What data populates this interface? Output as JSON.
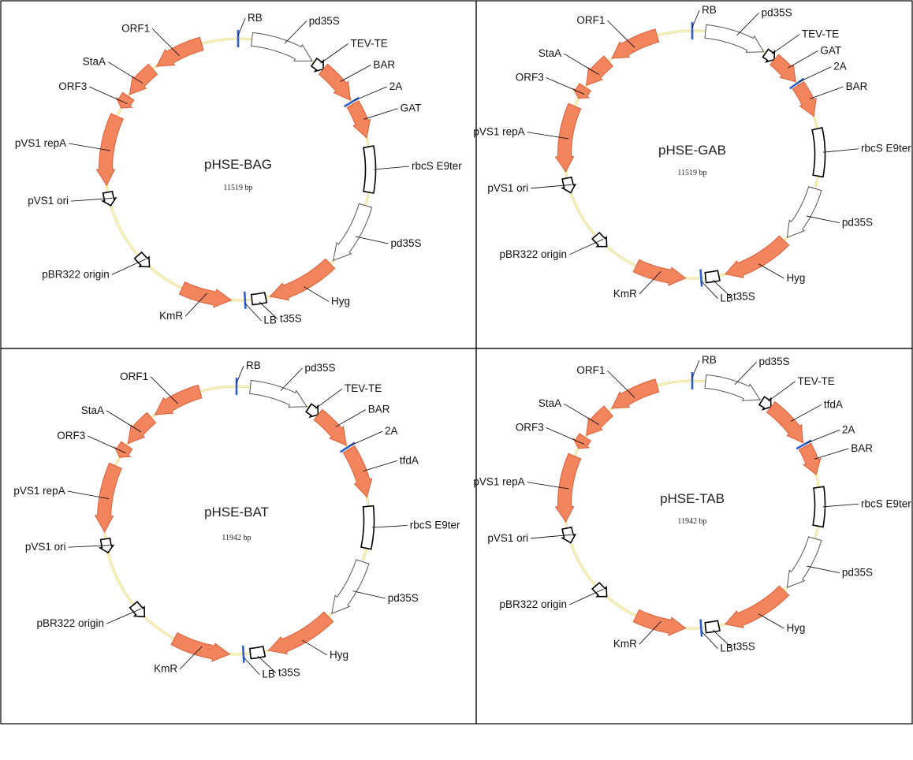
{
  "colors": {
    "gene_fill": "#f2845e",
    "gene_stroke": "#d9603a",
    "promoter_fill": "#ffffff",
    "terminator_fill": "#ffffff",
    "border_site": "#2e5fd0",
    "backbone": "#e8dc8a"
  },
  "panels": [
    {
      "title": "pHSE-BAG",
      "size": "11519 bp",
      "features": [
        {
          "label": "RB",
          "kind": "site",
          "angle": 0
        },
        {
          "label": "pd35S",
          "kind": "promoter",
          "start": 6,
          "end": 34
        },
        {
          "label": "TEV-TE",
          "kind": "small",
          "start": 35,
          "end": 40
        },
        {
          "label": "BAR",
          "kind": "gene",
          "start": 40,
          "end": 58
        },
        {
          "label": "2A",
          "kind": "site",
          "angle": 59
        },
        {
          "label": "GAT",
          "kind": "gene",
          "start": 60,
          "end": 76
        },
        {
          "label": "rbcS E9ter",
          "kind": "terminator",
          "start": 80,
          "end": 100
        },
        {
          "label": "pd35S",
          "kind": "promoter",
          "start": 106,
          "end": 134
        },
        {
          "label": "Hyg",
          "kind": "gene",
          "start": 136,
          "end": 166
        },
        {
          "label": "t35S",
          "kind": "terminator",
          "start": 168,
          "end": 174
        },
        {
          "label": "LB",
          "kind": "site",
          "angle": 177
        },
        {
          "label": "KmR",
          "kind": "gene_rev",
          "start": 183,
          "end": 205
        },
        {
          "label": "pBR322 origin",
          "kind": "small",
          "start": 222,
          "end": 229
        },
        {
          "label": "pVS1 ori",
          "kind": "small",
          "start": 254,
          "end": 260
        },
        {
          "label": "pVS1 repA",
          "kind": "gene_rev",
          "start": 263,
          "end": 294
        },
        {
          "label": "ORF3",
          "kind": "gene_rev",
          "start": 298,
          "end": 304
        },
        {
          "label": "StaA",
          "kind": "gene_rev",
          "start": 305,
          "end": 320
        },
        {
          "label": "ORF1",
          "kind": "gene_rev",
          "start": 322,
          "end": 344
        }
      ]
    },
    {
      "title": "pHSE-GAB",
      "size": "11519 bp",
      "features": [
        {
          "label": "RB",
          "kind": "site",
          "angle": 0
        },
        {
          "label": "pd35S",
          "kind": "promoter",
          "start": 6,
          "end": 34
        },
        {
          "label": "TEV-TE",
          "kind": "small",
          "start": 35,
          "end": 40
        },
        {
          "label": "GAT",
          "kind": "gene",
          "start": 40,
          "end": 54
        },
        {
          "label": "2A",
          "kind": "site",
          "angle": 55
        },
        {
          "label": "BAR",
          "kind": "gene",
          "start": 56,
          "end": 72
        },
        {
          "label": "rbcS E9ter",
          "kind": "terminator",
          "start": 78,
          "end": 100
        },
        {
          "label": "pd35S",
          "kind": "promoter",
          "start": 106,
          "end": 132
        },
        {
          "label": "Hyg",
          "kind": "gene",
          "start": 134,
          "end": 165
        },
        {
          "label": "t35S",
          "kind": "terminator",
          "start": 168,
          "end": 174
        },
        {
          "label": "LB",
          "kind": "site",
          "angle": 176
        },
        {
          "label": "KmR",
          "kind": "gene_rev",
          "start": 183,
          "end": 206
        },
        {
          "label": "pBR322 origin",
          "kind": "small",
          "start": 222,
          "end": 229
        },
        {
          "label": "pVS1 ori",
          "kind": "small",
          "start": 252,
          "end": 259
        },
        {
          "label": "pVS1 repA",
          "kind": "gene_rev",
          "start": 262,
          "end": 293
        },
        {
          "label": "ORF3",
          "kind": "gene_rev",
          "start": 297,
          "end": 303
        },
        {
          "label": "StaA",
          "kind": "gene_rev",
          "start": 304,
          "end": 319
        },
        {
          "label": "ORF1",
          "kind": "gene_rev",
          "start": 321,
          "end": 344
        }
      ]
    },
    {
      "title": "pHSE-BAT",
      "size": "11942 bp",
      "features": [
        {
          "label": "RB",
          "kind": "site",
          "angle": 0
        },
        {
          "label": "pd35S",
          "kind": "promoter",
          "start": 6,
          "end": 32
        },
        {
          "label": "TEV-TE",
          "kind": "small",
          "start": 33,
          "end": 38
        },
        {
          "label": "BAR",
          "kind": "gene",
          "start": 38,
          "end": 56
        },
        {
          "label": "2A",
          "kind": "site",
          "angle": 57
        },
        {
          "label": "tfdA",
          "kind": "gene",
          "start": 58,
          "end": 80
        },
        {
          "label": "rbcS E9ter",
          "kind": "terminator",
          "start": 84,
          "end": 102
        },
        {
          "label": "pd35S",
          "kind": "promoter",
          "start": 108,
          "end": 134
        },
        {
          "label": "Hyg",
          "kind": "gene",
          "start": 136,
          "end": 166
        },
        {
          "label": "t35S",
          "kind": "terminator",
          "start": 168,
          "end": 174
        },
        {
          "label": "LB",
          "kind": "site",
          "angle": 177
        },
        {
          "label": "KmR",
          "kind": "gene_rev",
          "start": 183,
          "end": 208
        },
        {
          "label": "pBR322 origin",
          "kind": "small",
          "start": 224,
          "end": 231
        },
        {
          "label": "pVS1 ori",
          "kind": "small",
          "start": 256,
          "end": 262
        },
        {
          "label": "pVS1 repA",
          "kind": "gene_rev",
          "start": 265,
          "end": 294
        },
        {
          "label": "ORF3",
          "kind": "gene_rev",
          "start": 298,
          "end": 304
        },
        {
          "label": "StaA",
          "kind": "gene_rev",
          "start": 305,
          "end": 320
        },
        {
          "label": "ORF1",
          "kind": "gene_rev",
          "start": 322,
          "end": 344
        }
      ]
    },
    {
      "title": "pHSE-TAB",
      "size": "11942 bp",
      "features": [
        {
          "label": "RB",
          "kind": "site",
          "angle": 0
        },
        {
          "label": "pd35S",
          "kind": "promoter",
          "start": 6,
          "end": 32
        },
        {
          "label": "TEV-TE",
          "kind": "small",
          "start": 33,
          "end": 38
        },
        {
          "label": "tfdA",
          "kind": "gene",
          "start": 38,
          "end": 60
        },
        {
          "label": "2A",
          "kind": "site",
          "angle": 61
        },
        {
          "label": "BAR",
          "kind": "gene",
          "start": 62,
          "end": 76
        },
        {
          "label": "rbcS E9ter",
          "kind": "terminator",
          "start": 82,
          "end": 100
        },
        {
          "label": "pd35S",
          "kind": "promoter",
          "start": 106,
          "end": 132
        },
        {
          "label": "Hyg",
          "kind": "gene",
          "start": 134,
          "end": 165
        },
        {
          "label": "t35S",
          "kind": "terminator",
          "start": 168,
          "end": 174
        },
        {
          "label": "LB",
          "kind": "site",
          "angle": 176
        },
        {
          "label": "KmR",
          "kind": "gene_rev",
          "start": 183,
          "end": 206
        },
        {
          "label": "pBR322 origin",
          "kind": "small",
          "start": 222,
          "end": 229
        },
        {
          "label": "pVS1 ori",
          "kind": "small",
          "start": 252,
          "end": 259
        },
        {
          "label": "pVS1 repA",
          "kind": "gene_rev",
          "start": 262,
          "end": 293
        },
        {
          "label": "ORF3",
          "kind": "gene_rev",
          "start": 297,
          "end": 303
        },
        {
          "label": "StaA",
          "kind": "gene_rev",
          "start": 304,
          "end": 319
        },
        {
          "label": "ORF1",
          "kind": "gene_rev",
          "start": 321,
          "end": 344
        }
      ]
    }
  ]
}
